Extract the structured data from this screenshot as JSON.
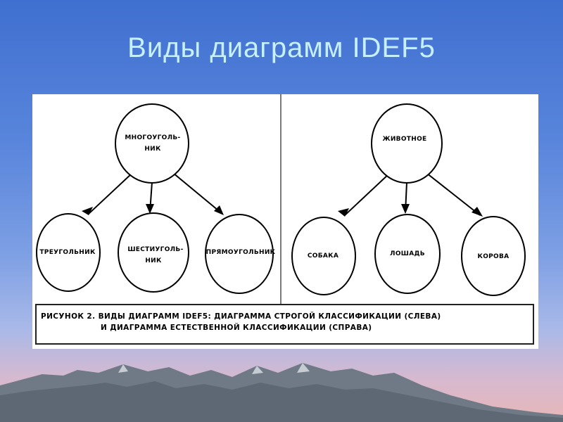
{
  "slide": {
    "title": "Виды диаграмм IDEF5"
  },
  "diagram_left": {
    "root": "МНОГОУГОЛЬ-НИК",
    "root_line1": "МНОГОУГОЛЬ-",
    "root_line2": "НИК",
    "children": [
      {
        "line1": "ТРЕУГОЛЬНИК",
        "line2": ""
      },
      {
        "line1": "ШЕСТИУГОЛЬ-",
        "line2": "НИК"
      },
      {
        "line1": "ПРЯМОУГОЛЬНИК",
        "line2": ""
      }
    ]
  },
  "diagram_right": {
    "root_line1": "ЖИВОТНОЕ",
    "children": [
      {
        "line1": "СОБАКА"
      },
      {
        "line1": "ЛОШАДЬ"
      },
      {
        "line1": "КОРОВА"
      }
    ]
  },
  "caption": {
    "line1": "РИСУНОК 2. ВИДЫ ДИАГРАММ IDEF5: ДИАГРАММА СТРОГОЙ КЛАССИФИКАЦИИ (СЛЕВА)",
    "line2": "И ДИАГРАММА ЕСТЕСТВЕННОЙ КЛАССИФИКАЦИИ (СПРАВА)"
  },
  "colors": {
    "title_text": "#c6f0ff",
    "sky_top": "#3f6fd0",
    "mountain": "#6f7a86"
  }
}
